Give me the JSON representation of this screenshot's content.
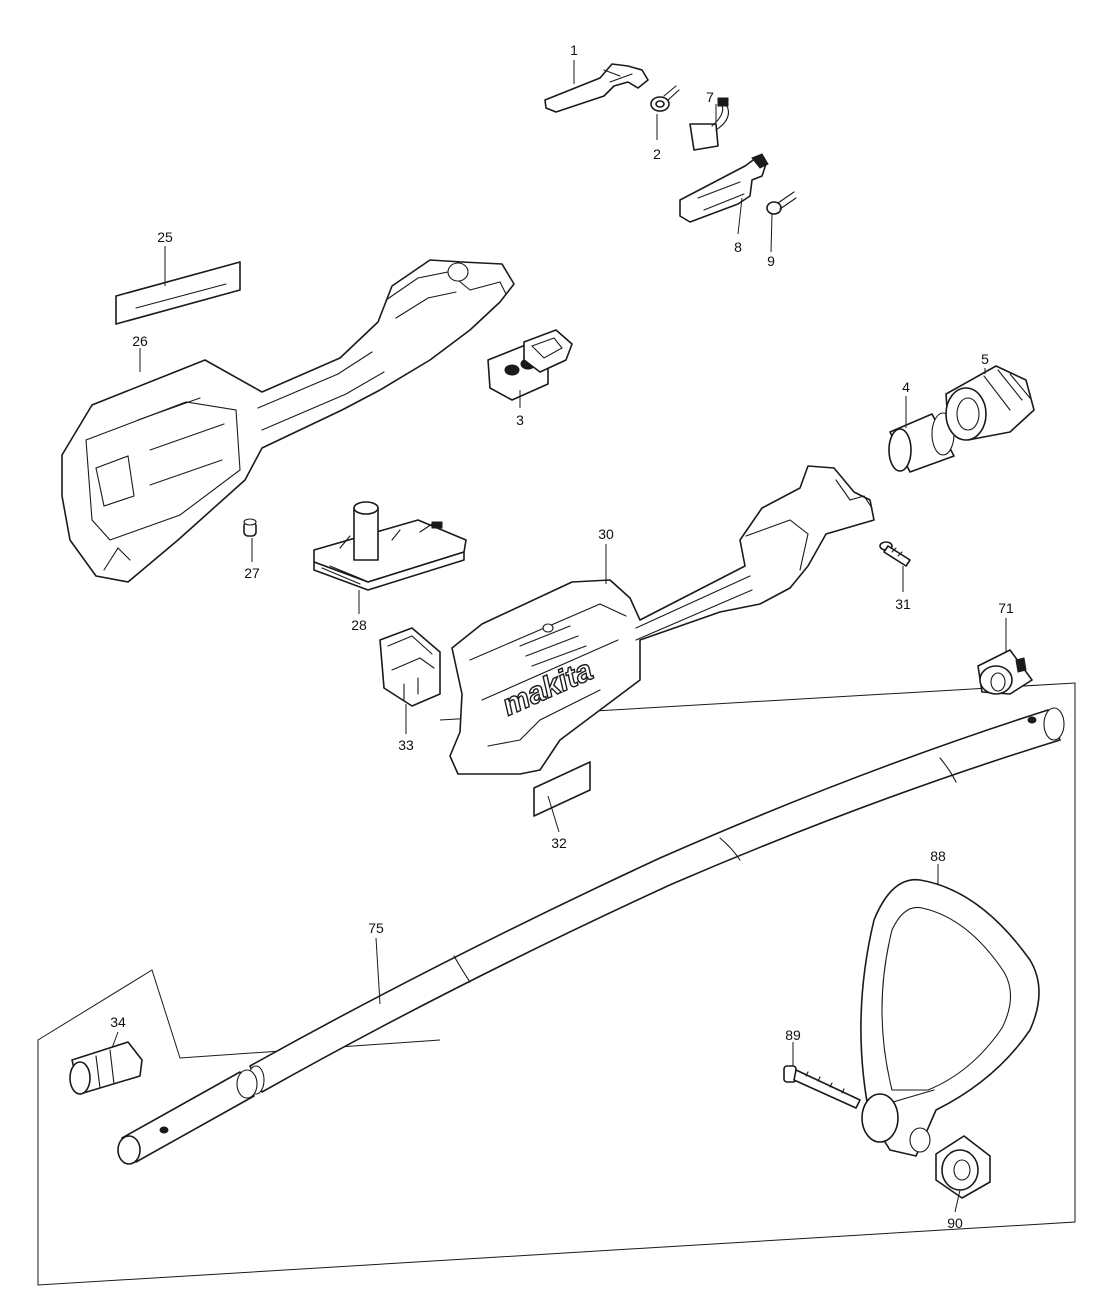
{
  "brand_logo": "makita",
  "callouts": [
    {
      "id": "p1",
      "label": "1"
    },
    {
      "id": "p2",
      "label": "2"
    },
    {
      "id": "p3",
      "label": "3"
    },
    {
      "id": "p4",
      "label": "4"
    },
    {
      "id": "p5",
      "label": "5"
    },
    {
      "id": "p7",
      "label": "7"
    },
    {
      "id": "p8",
      "label": "8"
    },
    {
      "id": "p9",
      "label": "9"
    },
    {
      "id": "p25",
      "label": "25"
    },
    {
      "id": "p26",
      "label": "26"
    },
    {
      "id": "p27",
      "label": "27"
    },
    {
      "id": "p28",
      "label": "28"
    },
    {
      "id": "p30",
      "label": "30"
    },
    {
      "id": "p31",
      "label": "31"
    },
    {
      "id": "p32",
      "label": "32"
    },
    {
      "id": "p33",
      "label": "33"
    },
    {
      "id": "p34",
      "label": "34"
    },
    {
      "id": "p71",
      "label": "71"
    },
    {
      "id": "p75",
      "label": "75"
    },
    {
      "id": "p88",
      "label": "88"
    },
    {
      "id": "p89",
      "label": "89"
    },
    {
      "id": "p90",
      "label": "90"
    }
  ]
}
